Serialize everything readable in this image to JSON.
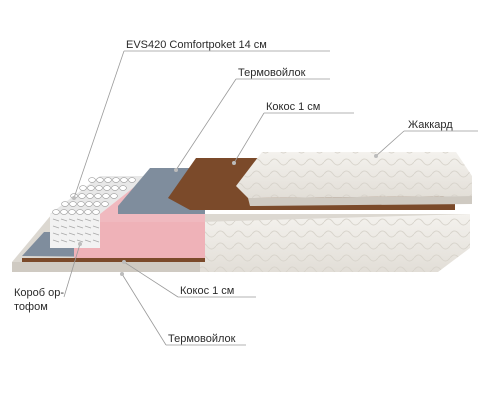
{
  "callouts": {
    "top_spring": "EVS420 Comfortpoket 14 см",
    "top_felt": "Термовойлок",
    "top_coir": "Кокос 1 см",
    "jacquard": "Жаккард",
    "box": "Короб ор-тофом",
    "bottom_coir": "Кокос 1 см",
    "bottom_felt": "Термовойлок"
  },
  "colors": {
    "cover": "#ece9e3",
    "cover_shadow": "#cfcac2",
    "coir": "#7b4a2a",
    "felt": "#7f8d9d",
    "box_foam": "#f0b9bf",
    "springs": "#f4f4f4",
    "leader_line": "#9a9a9a"
  }
}
